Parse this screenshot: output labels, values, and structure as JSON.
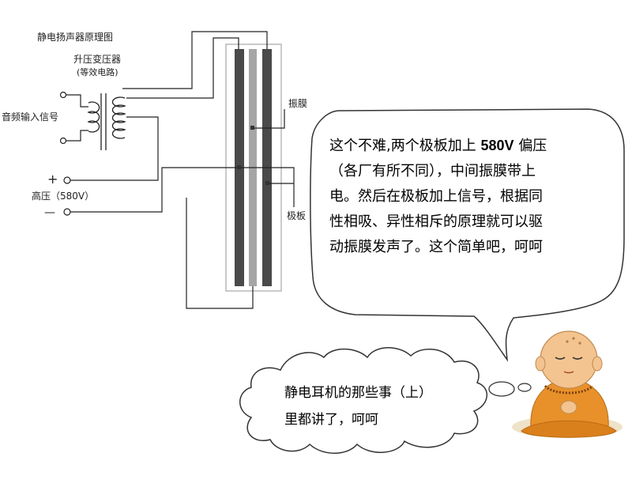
{
  "diagram": {
    "title": "静电扬声器原理图",
    "transformer_label": "升压变压器",
    "transformer_sublabel": "(等效电路)",
    "audio_label": "音频输入信号",
    "hv_label": "高压（580V）",
    "plus_sign": "+",
    "minus_sign": "—",
    "diaphragm_label": "振膜",
    "plate_label": "极板"
  },
  "bubble_main": {
    "line1_pre": "这个不难,两个极板加上",
    "line1_bold": "580V",
    "line1_post": "偏压",
    "line2": "（各厂有所不同），中间振膜带上",
    "line3": "电。然后在极板加上信号，根据同",
    "line4": "性相吸、异性相斥的原理就可以驱",
    "line5": "动振膜发声了。这个简单吧，呵呵"
  },
  "bubble_small": {
    "line1": "静电耳机的那些事（上）",
    "line2": "里都讲了，呵呵"
  },
  "colors": {
    "plate": "#4a4a4a",
    "diaphragm": "#a6a6a6",
    "frame": "#b8b8b8",
    "robe": "#e8912a",
    "skin": "#f3c48f"
  }
}
